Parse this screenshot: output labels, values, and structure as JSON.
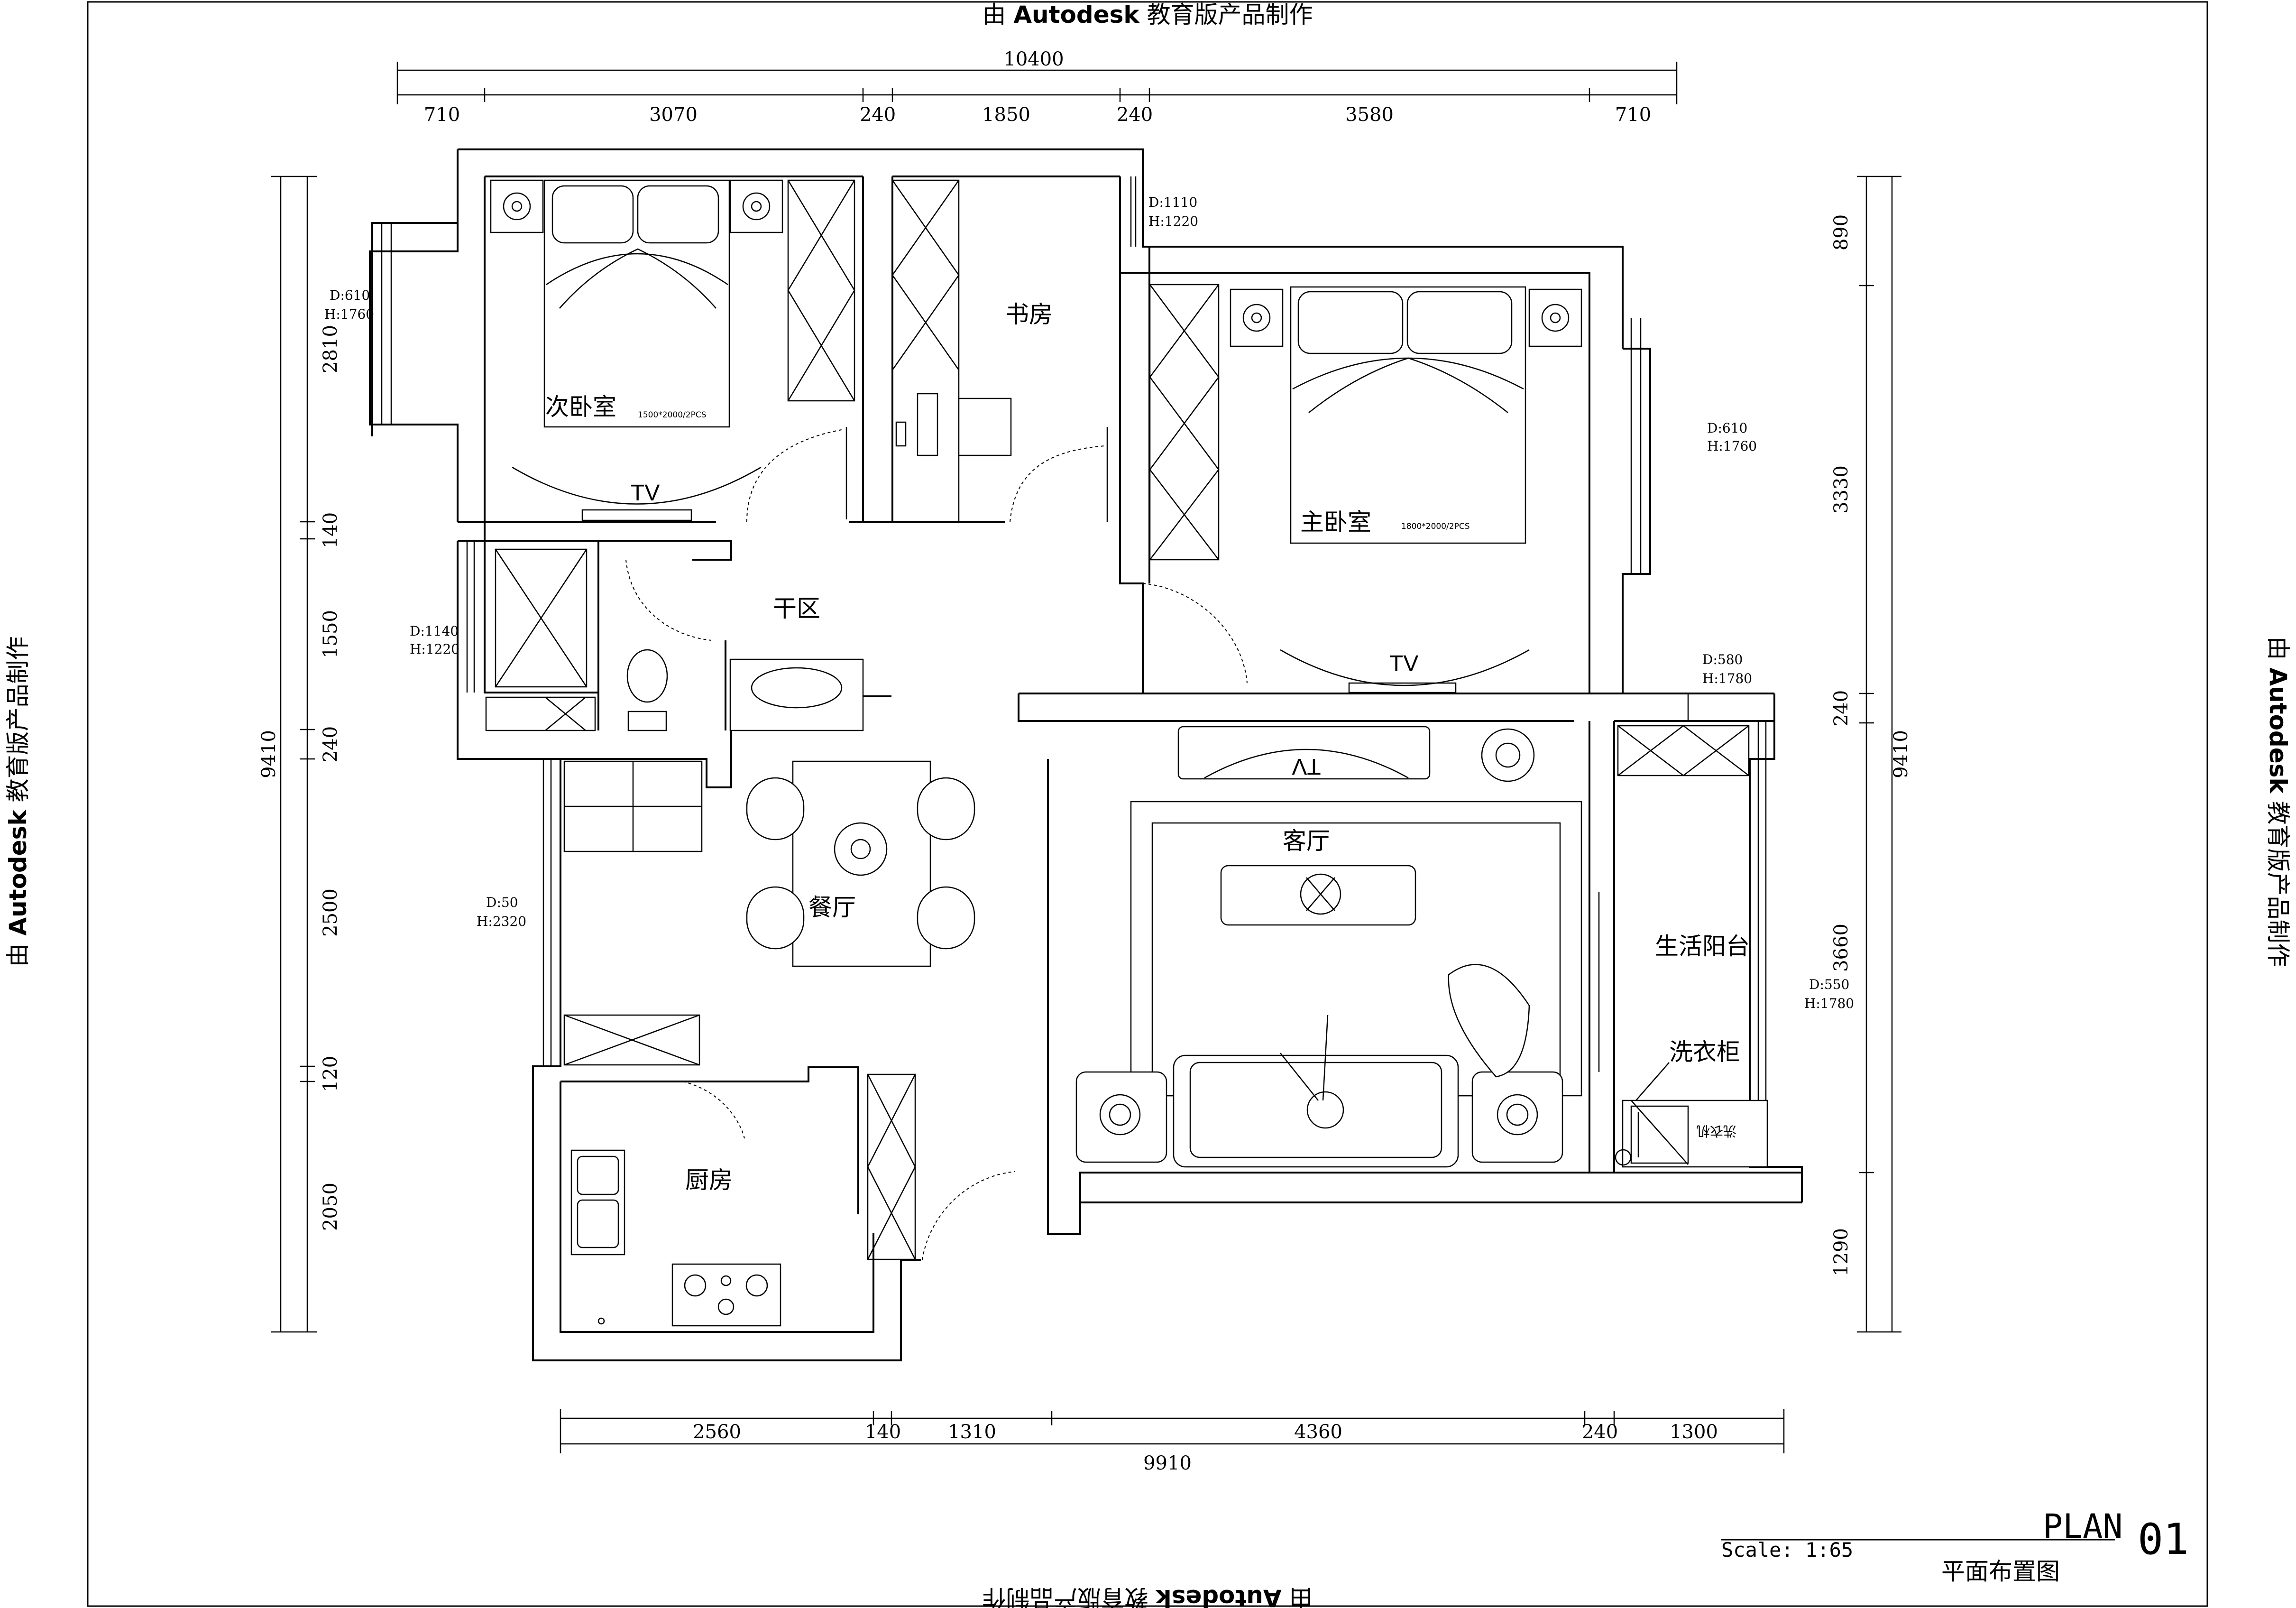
{
  "watermarks": {
    "top": "由 Autodesk 教育版产品制作",
    "bottom": "由 Autodesk 教育版产品制作",
    "left": "由 Autodesk 教育版产品制作",
    "right": "由 Autodesk 教育版产品制作",
    "prefix": "由 ",
    "brand": "Autodesk",
    "suffix": " 教育版产品制作"
  },
  "dimensions": {
    "top_total": "10400",
    "top_segments": [
      "710",
      "3070",
      "240",
      "1850",
      "240",
      "3580",
      "710"
    ],
    "bottom_segments": [
      "2560",
      "140",
      "1310",
      "4360",
      "240",
      "1300"
    ],
    "bottom_total": "9910",
    "left_total": "9410",
    "left_segments": [
      "2810",
      "140",
      "1550",
      "240",
      "2500",
      "120",
      "2050"
    ],
    "right_total": "9410",
    "right_segments": [
      "890",
      "3330",
      "240",
      "3660",
      "1290"
    ]
  },
  "rooms": {
    "second_bedroom": "次卧室",
    "study": "书房",
    "master_bedroom": "主卧室",
    "dry_area": "干区",
    "living_room": "客厅",
    "dining_room": "餐厅",
    "kitchen": "厨房",
    "balcony": "生活阳台",
    "laundry_cabinet": "洗衣柜",
    "washing_machine": "洗衣机"
  },
  "tv_labels": {
    "second_bedroom": "TV",
    "master_bedroom": "TV",
    "living_room": "TV"
  },
  "bed_sizes": {
    "second_bedroom": "1500*2000/2PCS",
    "master_bedroom": "1800*2000/2PCS"
  },
  "window_notes": {
    "second_bedroom": {
      "d": "D:610",
      "h": "H:1760"
    },
    "study": {
      "d": "D:1110",
      "h": "H:1220"
    },
    "master_bedroom": {
      "d": "D:610",
      "h": "H:1760"
    },
    "bathroom": {
      "d": "D:1140",
      "h": "H:1220"
    },
    "balcony_top": {
      "d": "D:580",
      "h": "H:1780"
    },
    "dining": {
      "d": "D:50",
      "h": "H:2320"
    },
    "balcony_side": {
      "d": "D:550",
      "h": "H:1780"
    }
  },
  "title_block": {
    "plan": "PLAN",
    "number": "01",
    "scale": "Scale: 1:65",
    "title": "平面布置图"
  }
}
